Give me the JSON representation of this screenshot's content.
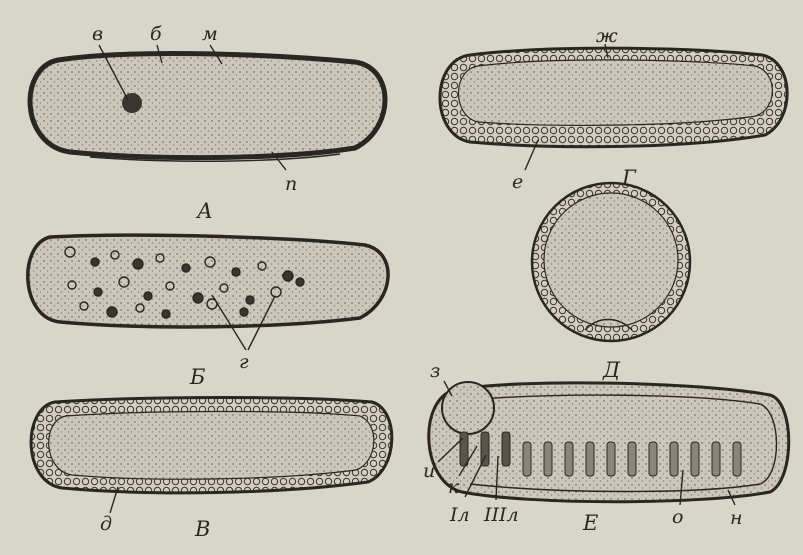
{
  "panels": {
    "A": {
      "label": "А",
      "parts": {
        "v": "в",
        "b": "б",
        "m": "м",
        "p": "п"
      }
    },
    "B": {
      "label": "Б",
      "parts": {
        "g": "г"
      }
    },
    "V": {
      "label": "В",
      "parts": {
        "d": "д"
      }
    },
    "G": {
      "label": "Г",
      "parts": {
        "zh": "ж",
        "e": "е"
      }
    },
    "D": {
      "label": "Д"
    },
    "E": {
      "label": "Е",
      "parts": {
        "z": "з",
        "i": "и",
        "k": "к",
        "l1": "Iл",
        "l3": "IIIл",
        "o": "о",
        "n": "н"
      }
    }
  },
  "colors": {
    "paper": "#d8d5c9",
    "ink": "#2a2622",
    "yolk": "#cbc7ba"
  }
}
